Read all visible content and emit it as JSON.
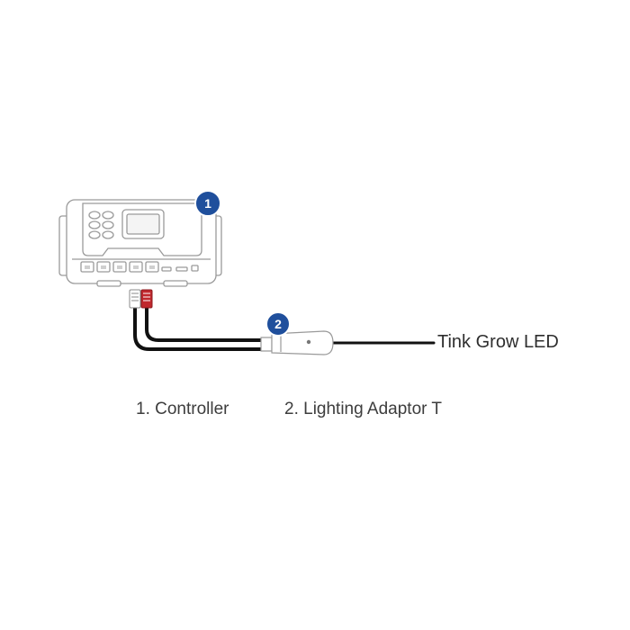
{
  "diagram": {
    "badges": [
      {
        "number": "1",
        "color": "#1f4f9c"
      },
      {
        "number": "2",
        "color": "#1f4f9c"
      }
    ],
    "endpoint_label": "Tink Grow LED",
    "captions": {
      "controller": "1. Controller",
      "adaptor": "2.  Lighting Adaptor T"
    },
    "colors": {
      "outline": "#9a9a9a",
      "cable": "#111111",
      "red_connector": "#c0282d"
    }
  }
}
